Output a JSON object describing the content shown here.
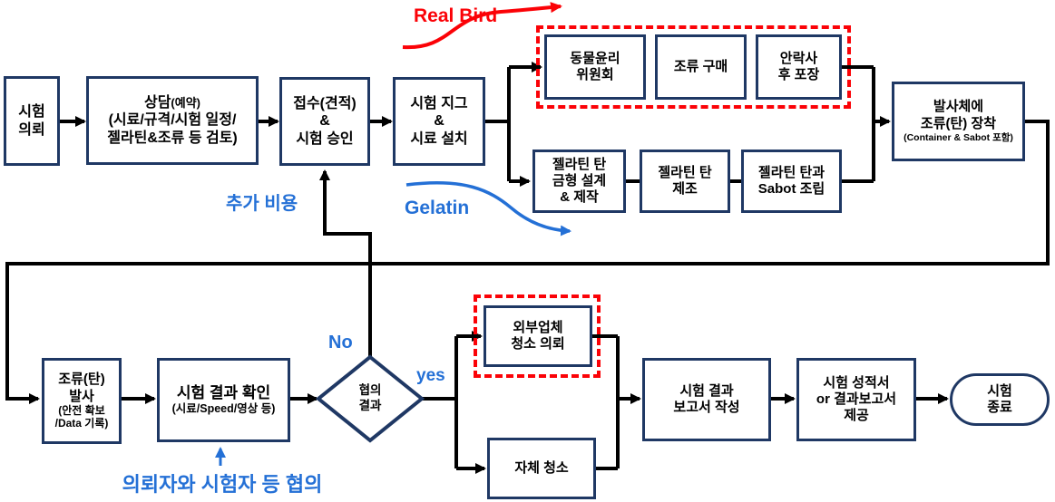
{
  "diagram_title": "bird-strike-test-process-flowchart",
  "colors": {
    "box_border_navy": "#1f3864",
    "flow_line_black": "#000000",
    "annotation_blue": "#2470d6",
    "alert_red": "#fb0207",
    "background": "#ffffff"
  },
  "nodes": {
    "request": {
      "l1": "시험",
      "l2": "의뢰"
    },
    "consult": {
      "l1a": "상담",
      "l1b": "(예약)",
      "l2": "(시료/규격/시험 일정/",
      "l3": "젤라틴&조류 등 검토)"
    },
    "receipt": {
      "l1": "접수(견적)",
      "l2": "&",
      "l3": "시험 승인"
    },
    "jig": {
      "l1": "시험 지그",
      "l2": "&",
      "l3": "시료 설치"
    },
    "ethics": {
      "l1": "동물윤리",
      "l2": "위원회"
    },
    "purchase": {
      "l1": "조류 구매"
    },
    "euthanasia": {
      "l1": "안락사",
      "l2": "후 포장"
    },
    "mold": {
      "l1": "젤라틴 탄",
      "l2": "금형 설계",
      "l3": "& 제작"
    },
    "manufacture": {
      "l1": "젤라틴 탄",
      "l2": "제조"
    },
    "sabot": {
      "l1": "젤라틴 탄과",
      "l2": "Sabot 조립"
    },
    "mount": {
      "l1": "발사체에",
      "l2": "조류(탄) 장착",
      "l3": "(Container & Sabot 포함)"
    },
    "launch": {
      "l1": "조류(탄)",
      "l2": "발사",
      "l3": "(안전 확보",
      "l4": "/Data 기록)"
    },
    "result_check": {
      "l1": "시험 결과 확인",
      "l2": "(시료/Speed/영상 등)"
    },
    "decision": {
      "l1": "협의",
      "l2": "결과"
    },
    "external_clean": {
      "l1": "외부업체",
      "l2": "청소 의뢰"
    },
    "self_clean": {
      "l1": "자체 청소"
    },
    "report": {
      "l1": "시험 결과",
      "l2": "보고서 작성"
    },
    "certificate": {
      "l1": "시험 성적서",
      "l2": "or 결과보고서",
      "l3": "제공"
    },
    "end": {
      "l1": "시험",
      "l2": "종료"
    }
  },
  "labels": {
    "real_bird": "Real Bird",
    "gelatin": "Gelatin",
    "extra_cost": "추가 비용",
    "no": "No",
    "yes": "yes",
    "consult_note": "의뢰자와 시험자 등 협의"
  }
}
